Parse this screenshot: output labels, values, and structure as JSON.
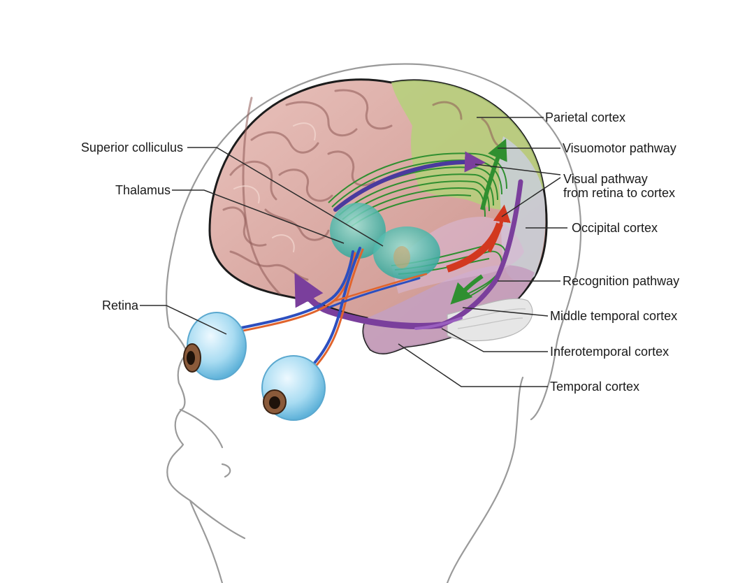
{
  "labels": {
    "superior_colliculus": "Superior colliculus",
    "thalamus": "Thalamus",
    "retina": "Retina",
    "parietal_cortex": "Parietal cortex",
    "visuomotor_pathway": "Visuomotor pathway",
    "visual_pathway_line1": "Visual pathway",
    "visual_pathway_line2": "from retina to cortex",
    "occipital_cortex": "Occipital cortex",
    "recognition_pathway": "Recognition pathway",
    "middle_temporal_cortex": "Middle temporal cortex",
    "inferotemporal_cortex": "Inferotemporal cortex",
    "temporal_cortex": "Temporal cortex"
  },
  "colors": {
    "brain": "#d9a8a2",
    "parietal": "#b5d17a",
    "occipital": "#c9ced6",
    "temporal": "#c4a0bf",
    "thalamus": "#5fc7b8",
    "visuomotor_pathway": "#3a9a3a",
    "visual_pathway": "#d2381f",
    "recognition_pathway": "#7a3f9c",
    "retina": "#9fd6ef"
  }
}
